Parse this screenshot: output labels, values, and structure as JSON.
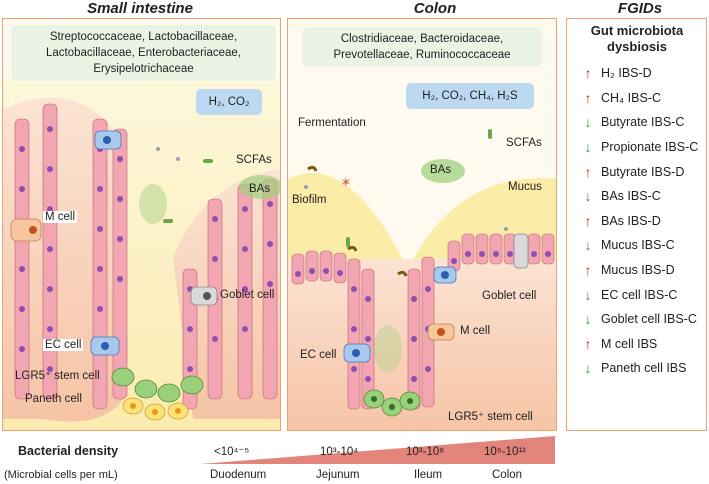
{
  "titles": {
    "small_intestine": "Small intestine",
    "colon": "Colon",
    "fgids": "FGIDs"
  },
  "small_intestine": {
    "families": "Streptococcaceae, Lactobacillaceae, Lactobacillaceae, Enterobacteriaceae, Erysipelotrichaceae",
    "gases": "H₂, CO₂",
    "labels": {
      "scfas": "SCFAs",
      "bas": "BAs",
      "m_cell": "M cell",
      "goblet_cell": "Goblet cell",
      "ec_cell": "EC cell",
      "lgr5": "LGR5⁺ stem cell",
      "paneth": "Paneth cell"
    }
  },
  "colon": {
    "families": "Clostridiaceae, Bacteroidaceae, Prevotellaceae, Ruminococcaceae",
    "gases": "H₂, CO₂, CH₄, H₂S",
    "labels": {
      "fermentation": "Fermentation",
      "scfas": "SCFAs",
      "bas": "BAs",
      "biofilm": "Biofilm",
      "mucus": "Mucus",
      "goblet_cell": "Goblet cell",
      "m_cell": "M cell",
      "ec_cell": "EC cell",
      "lgr5": "LGR5⁺ stem cell"
    }
  },
  "dysbiosis": {
    "heading": "Gut microbiota dysbiosis",
    "items": [
      {
        "text": "H₂ IBS-D",
        "direction": "up"
      },
      {
        "text": "CH₄ IBS-C",
        "direction": "up"
      },
      {
        "text": "Butyrate IBS-C",
        "direction": "down"
      },
      {
        "text": "Propionate IBS-C",
        "direction": "down"
      },
      {
        "text": "Butyrate IBS-D",
        "direction": "up"
      },
      {
        "text": "BAs IBS-C",
        "direction": "down"
      },
      {
        "text": "BAs IBS-D",
        "direction": "up"
      },
      {
        "text": "Mucus IBS-C",
        "direction": "down"
      },
      {
        "text": "Mucus IBS-D",
        "direction": "up"
      },
      {
        "text": "EC cell IBS-C",
        "direction": "down"
      },
      {
        "text": "Goblet cell IBS-C",
        "direction": "down"
      },
      {
        "text": "M cell IBS",
        "direction": "up"
      },
      {
        "text": "Paneth cell IBS",
        "direction": "down"
      }
    ]
  },
  "density": {
    "label": "Bacterial density",
    "unit": "(Microbial cells per mL)",
    "values": [
      "<10⁴⁻⁵",
      "10³-10⁴",
      "10³-10⁸",
      "10⁹-10¹²"
    ],
    "regions": [
      "Duodenum",
      "Jejunum",
      "Ileum",
      "Colon"
    ]
  },
  "colors": {
    "border": "#f0a36e",
    "wedge": "#e3847b",
    "cell": "#f2a6b2",
    "nucleus": "#8e4fb0",
    "mucus": "#fbeaa0"
  }
}
